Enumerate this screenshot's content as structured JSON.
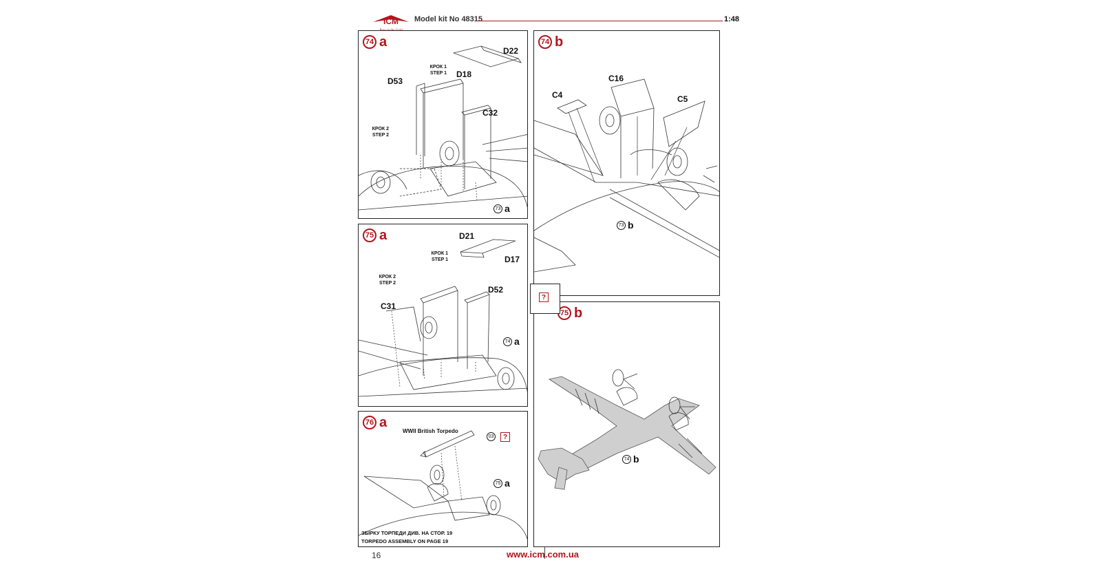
{
  "header": {
    "logo_text": "ICM",
    "logo_tagline": "Pass in the Gold",
    "kit_number": "Model kit No 48315",
    "scale": "1:48"
  },
  "colors": {
    "accent": "#b3141c",
    "line": "#222222"
  },
  "panels": {
    "p74a": {
      "step_number": "74",
      "step_letter": "a",
      "step1": "КРОК 1\nSTEP 1",
      "step2": "КРОК 2\nSTEP 2",
      "parts": [
        "D22",
        "D18",
        "D53",
        "C32"
      ],
      "ref_number": "73",
      "ref_letter": "a"
    },
    "p74b": {
      "step_number": "74",
      "step_letter": "b",
      "parts": [
        "C16",
        "C4",
        "C5"
      ],
      "ref_number": "73",
      "ref_letter": "b"
    },
    "p75a": {
      "step_number": "75",
      "step_letter": "a",
      "step1": "КРОК 1\nSTEP 1",
      "step2": "КРОК 2\nSTEP 2",
      "parts": [
        "D21",
        "D17",
        "D52",
        "C31"
      ],
      "ref_number": "74",
      "ref_letter": "a"
    },
    "p75b": {
      "step_number": "75",
      "step_letter": "b",
      "ref_number": "74",
      "ref_letter": "b"
    },
    "p76a": {
      "step_number": "76",
      "step_letter": "a",
      "torpedo_title": "WWII British Torpedo",
      "torpedo_ref": "03",
      "ref_number": "75",
      "ref_letter": "a",
      "note_ua": "ЗБІРКУ ТОРПЕДИ ДИВ. НА СТОР. 19",
      "note_en": "TORPEDO ASSEMBLY ON PAGE 19"
    }
  },
  "icons": {
    "unknown": "?"
  },
  "footer": {
    "page_number": "16",
    "website": "www.icm.com.ua"
  }
}
